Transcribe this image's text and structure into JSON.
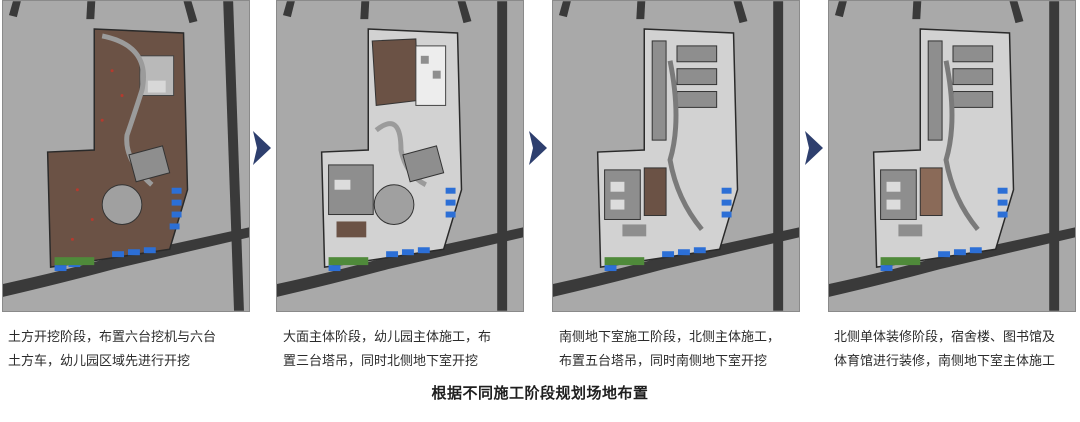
{
  "figure_title": "根据不同施工阶段规划场地布置",
  "stages": [
    {
      "id": "stage-1",
      "caption_line1": "土方开挖阶段，布置六台挖机与六台",
      "caption_line2": "土方车，幼儿园区域先进行开挖"
    },
    {
      "id": "stage-2",
      "caption_line1": "大面主体阶段，幼儿园主体施工，布",
      "caption_line2": "置三台塔吊，同时北侧地下室开挖"
    },
    {
      "id": "stage-3",
      "caption_line1": "南侧地下室施工阶段，北侧主体施工，",
      "caption_line2": "布置五台塔吊，同时南侧地下室开挖"
    },
    {
      "id": "stage-4",
      "caption_line1": "北侧单体装修阶段，宿舍楼、图书馆及",
      "caption_line2": "体育馆进行装修，南侧地下室主体施工"
    }
  ],
  "colors": {
    "ground": "#a9a9a9",
    "road": "#3a3a3a",
    "site": "#d2d2d2",
    "excavation": "#6b5245",
    "building": "#8e8e8e",
    "vehicle": "#2c6fd6",
    "green": "#4f8a3a",
    "arrow": "#2e3f6e"
  }
}
